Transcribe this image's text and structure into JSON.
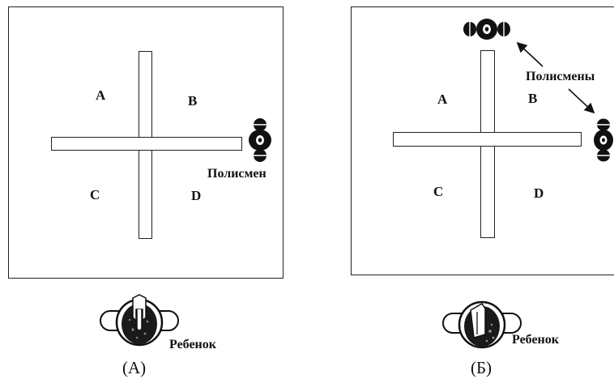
{
  "panels": [
    {
      "quadrants": {
        "a": "A",
        "b": "B",
        "c": "C",
        "d": "D"
      },
      "policeman_label": "Полисмен",
      "child_label": "Ребенок",
      "caption": "(А)"
    },
    {
      "quadrants": {
        "a": "A",
        "b": "B",
        "c": "C",
        "d": "D"
      },
      "policemen_label": "Полисмены",
      "child_label": "Ребенок",
      "caption": "(Б)"
    }
  ],
  "icons": {
    "policeman": "policeman-top-view-icon",
    "child": "child-top-view-icon"
  }
}
